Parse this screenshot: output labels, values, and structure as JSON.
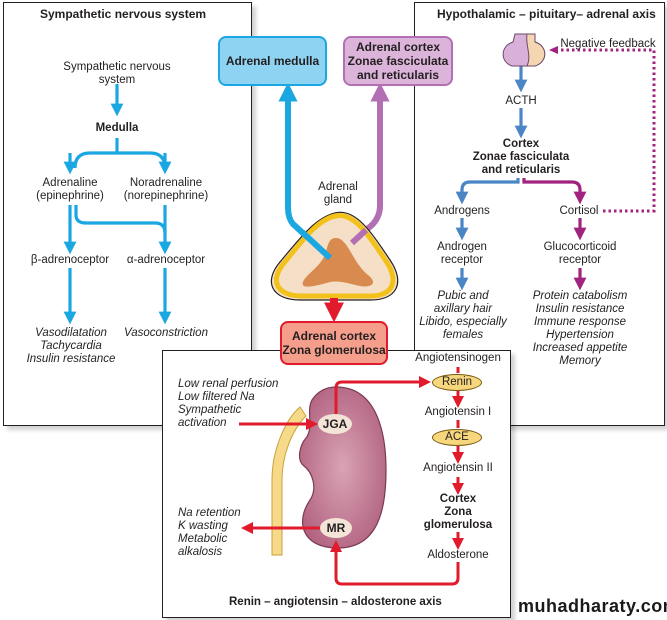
{
  "sympathetic": {
    "title": "Sympathetic nervous system",
    "source": [
      "Sympathetic nervous",
      "system"
    ],
    "medulla": "Medulla",
    "adrenaline": [
      "Adrenaline",
      "(epinephrine)"
    ],
    "noradrenaline": [
      "Noradrenaline",
      "(norepinephrine)"
    ],
    "beta": "β-adrenoceptor",
    "alpha": "α-adrenoceptor",
    "beta_effects": [
      "Vasodilatation",
      "Tachycardia",
      "Insulin resistance"
    ],
    "alpha_effects": [
      "Vasoconstriction"
    ]
  },
  "center": {
    "medulla_box": "Adrenal medulla",
    "cortex_fr_box": [
      "Adrenal cortex",
      "Zonae fasciculata",
      "and reticularis"
    ],
    "gland_label": [
      "Adrenal",
      "gland"
    ],
    "cortex_zg_box": [
      "Adrenal cortex",
      "Zona glomerulosa"
    ]
  },
  "hpa": {
    "title": "Hypothalamic – pituitary– adrenal axis",
    "feedback": "Negative feedback",
    "acth": "ACTH",
    "cortex": [
      "Cortex",
      "Zonae fasciculata",
      "and reticularis"
    ],
    "androgens": "Androgens",
    "cortisol": "Cortisol",
    "androgen_receptor": [
      "Androgen",
      "receptor"
    ],
    "gluco_receptor": [
      "Glucocorticoid",
      "receptor"
    ],
    "androgen_effects": [
      "Pubic and",
      "axillary hair",
      "Libido, especially",
      "females"
    ],
    "cortisol_effects": [
      "Protein catabolism",
      "Insulin resistance",
      "Immune response",
      "Hypertension",
      "Increased appetite",
      "Memory"
    ]
  },
  "raas": {
    "title": "Renin – angiotensin – aldosterone axis",
    "stimuli": [
      "Low renal perfusion",
      "Low filtered Na",
      "Sympathetic",
      "activation"
    ],
    "effects": [
      "Na retention",
      "K wasting",
      "Metabolic",
      "alkalosis"
    ],
    "jga": "JGA",
    "mr": "MR",
    "angiotensinogen": "Angiotensinogen",
    "renin": "Renin",
    "ang1": "Angiotensin I",
    "ace": "ACE",
    "ang2": "Angiotensin II",
    "cortex": [
      "Cortex",
      "Zona",
      "glomerulosa"
    ],
    "aldosterone": "Aldosterone"
  },
  "watermark": "muhadharaty.com",
  "colors": {
    "cyan": "#1aa7e2",
    "purple": "#b36fb3",
    "magenta": "#a0237f",
    "steel_blue": "#4a86c5",
    "red": "#e11b2b"
  }
}
